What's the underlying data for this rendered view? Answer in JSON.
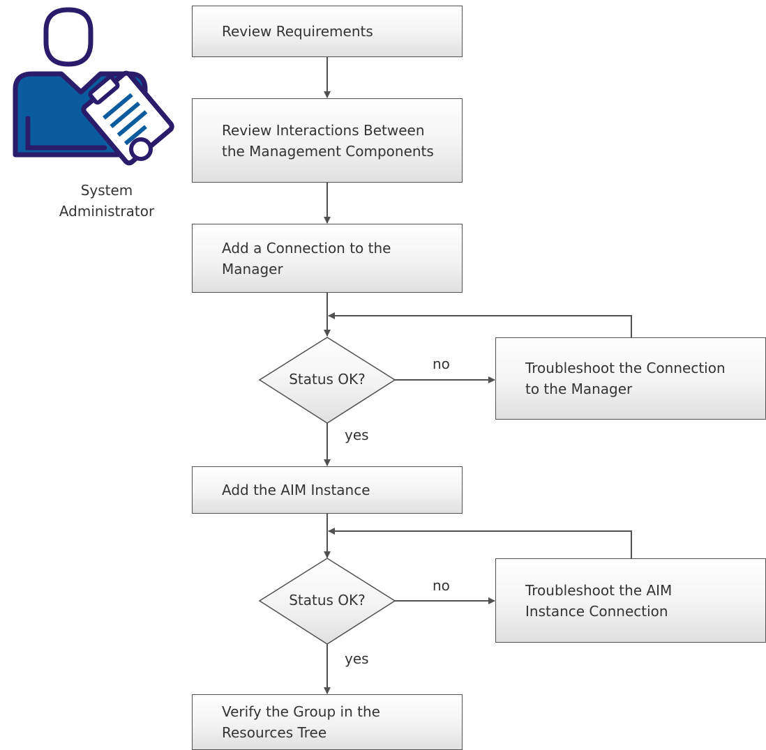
{
  "actor": {
    "icon": "system-administrator-icon",
    "label_line1": "System",
    "label_line2": "Administrator",
    "colors": {
      "outline": "#2a1c6b",
      "fill": "#0a5c9e",
      "clipboard": "#ffffff"
    }
  },
  "steps": {
    "review_requirements": "Review Requirements",
    "review_interactions_line1": "Review Interactions Between",
    "review_interactions_line2": "the Management Components",
    "add_connection_line1": "Add a Connection to the",
    "add_connection_line2": "Manager",
    "add_aim_instance": "Add the AIM Instance",
    "verify_group_line1": "Verify the Group in the",
    "verify_group_line2": "Resources Tree"
  },
  "decisions": {
    "status_check_1": "Status OK?",
    "status_check_2": "Status OK?"
  },
  "branches": {
    "no_1": "no",
    "yes_1": "yes",
    "no_2": "no",
    "yes_2": "yes"
  },
  "troubleshoot": {
    "connection_line1": "Troubleshoot the Connection",
    "connection_line2": "to the Manager",
    "aim_line1": "Troubleshoot the AIM",
    "aim_line2": "Instance Connection"
  },
  "colors": {
    "line": "#505050",
    "box_border": "#505050",
    "text": "#333333"
  }
}
